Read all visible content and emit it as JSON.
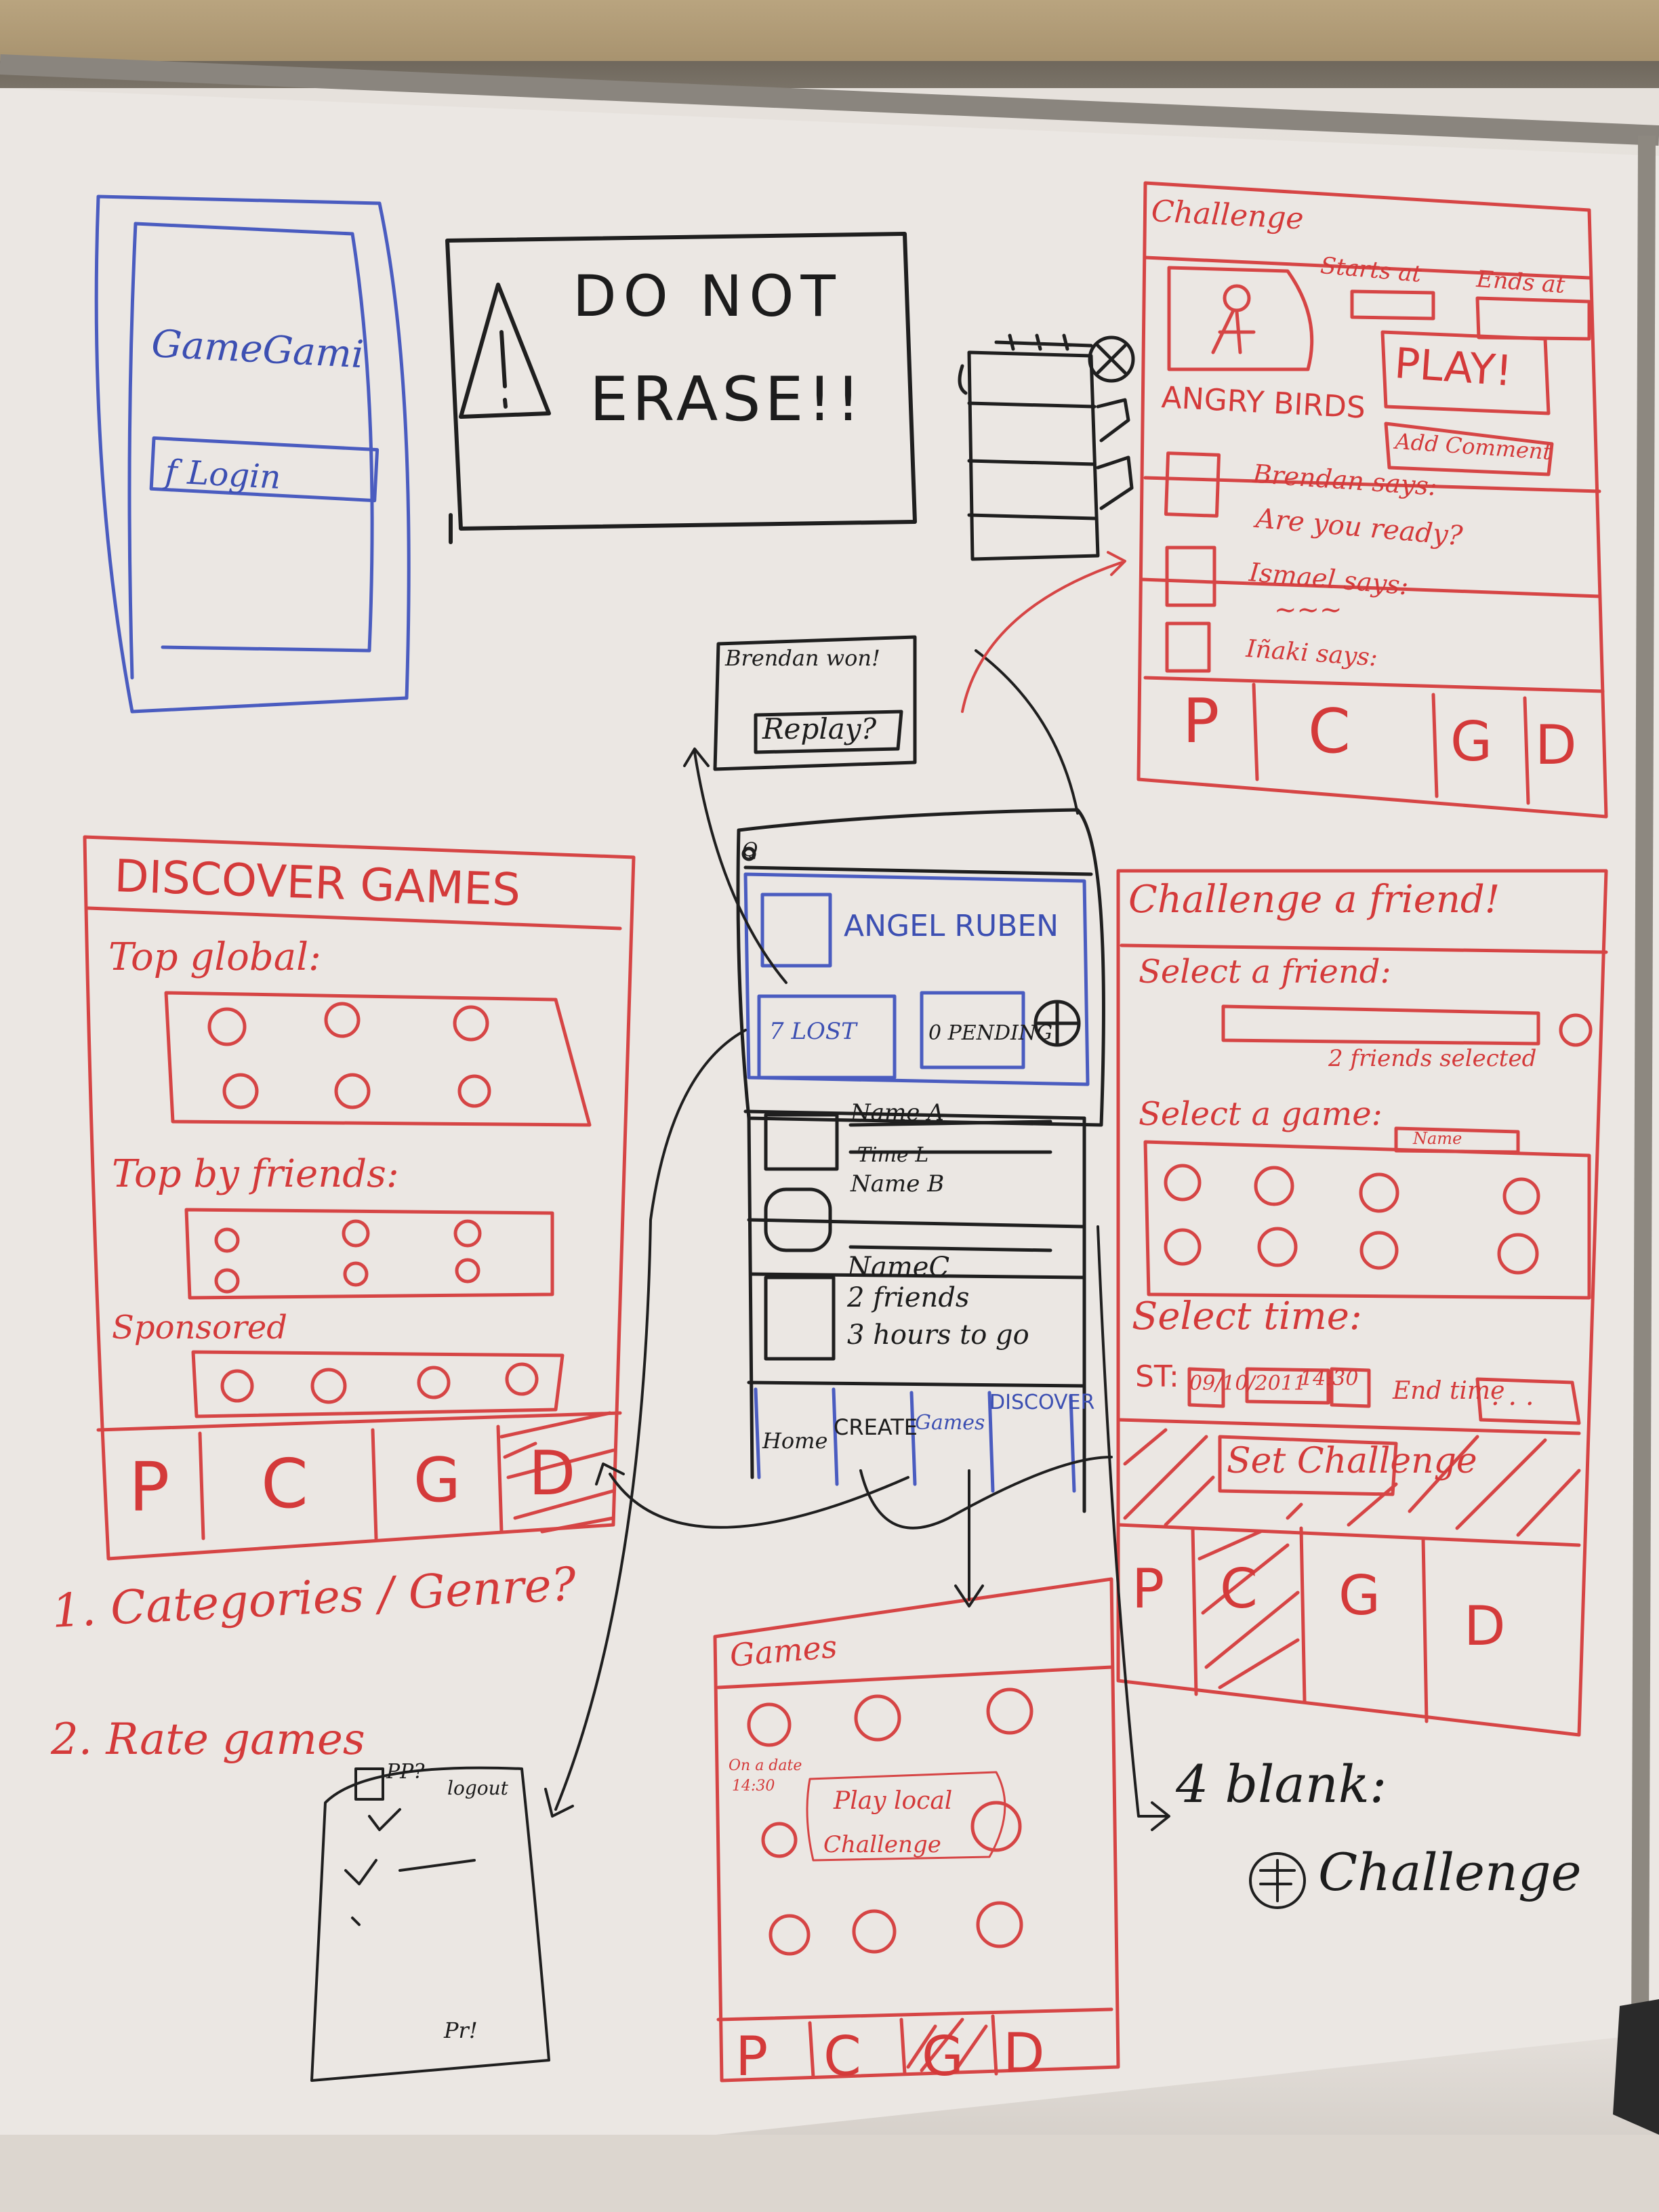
{
  "colors": {
    "red_marker": "#d43a3a",
    "blue_marker": "#3c4fb2",
    "black_marker": "#1c1c1c",
    "board": "#ece8e4"
  },
  "login_screen": {
    "app_name": "GameGami",
    "login_button": "f Login"
  },
  "warning_sign": {
    "icon": "warning-triangle-icon",
    "line1": "DO NOT",
    "line2": "ERASE!!"
  },
  "challenge_screen": {
    "title": "Challenge",
    "starts_at": "Starts at",
    "ends_at": "Ends at",
    "play_button": "PLAY!",
    "game_name": "ANGRY BIRDS",
    "add_comment_button": "Add Comment",
    "comments": [
      {
        "author": "Brendan says:",
        "text": "Are you ready?"
      },
      {
        "author": "Ismael says:",
        "text": "~~~"
      },
      {
        "author": "Iñaki says:",
        "text": ""
      }
    ],
    "tabs": [
      "P",
      "C",
      "G",
      "D"
    ]
  },
  "replay_card": {
    "line1": "Brendan won!",
    "line2": "Replay?"
  },
  "home_screen": {
    "search_glyph": "Q",
    "profile_name": "ANGEL RUBEN",
    "stat_box_1": "7 LOST",
    "stat_box_2": "0 PENDING",
    "list": [
      {
        "name": "Name A",
        "sub": "Time L"
      },
      {
        "name": "Name B",
        "sub": ""
      },
      {
        "name": "NameC",
        "sub": "2 friends",
        "sub2": "3 hours to go"
      }
    ],
    "tabs": [
      "Home",
      "CREATE",
      "Games",
      "DISCOVER"
    ]
  },
  "discover_screen": {
    "title": "DISCOVER GAMES",
    "section_global": "Top global:",
    "section_friends": "Top by friends:",
    "section_sponsored": "Sponsored",
    "tabs": [
      "P",
      "C",
      "G",
      "D"
    ]
  },
  "challenge_friend_screen": {
    "title": "Challenge a friend!",
    "select_friend": "Select a friend:",
    "friends_selected": "2 friends selected",
    "select_game": "Select a game:",
    "name_box": "Name",
    "select_time": "Select time:",
    "start_label": "ST:",
    "start_date": "09/10/2011",
    "start_hour": "14:30",
    "end_label": "End time",
    "end_value": ". . .",
    "set_button": "Set Challenge",
    "tabs": [
      "P",
      "C",
      "G",
      "D"
    ]
  },
  "notes": {
    "item1": "1. Categories / Genre?",
    "item2": "2. Rate games"
  },
  "games_screen": {
    "title": "Games",
    "on_a_date": "On a date",
    "time": "14:30",
    "play_local": "Play local",
    "challenge": "Challenge",
    "tabs": [
      "P",
      "C",
      "G",
      "D"
    ]
  },
  "menu_sketch": {
    "top": "PP?",
    "logout": "logout",
    "bottom": "Pr!"
  },
  "blank_note": {
    "line1": "4 blank:",
    "line2": "Challenge"
  }
}
